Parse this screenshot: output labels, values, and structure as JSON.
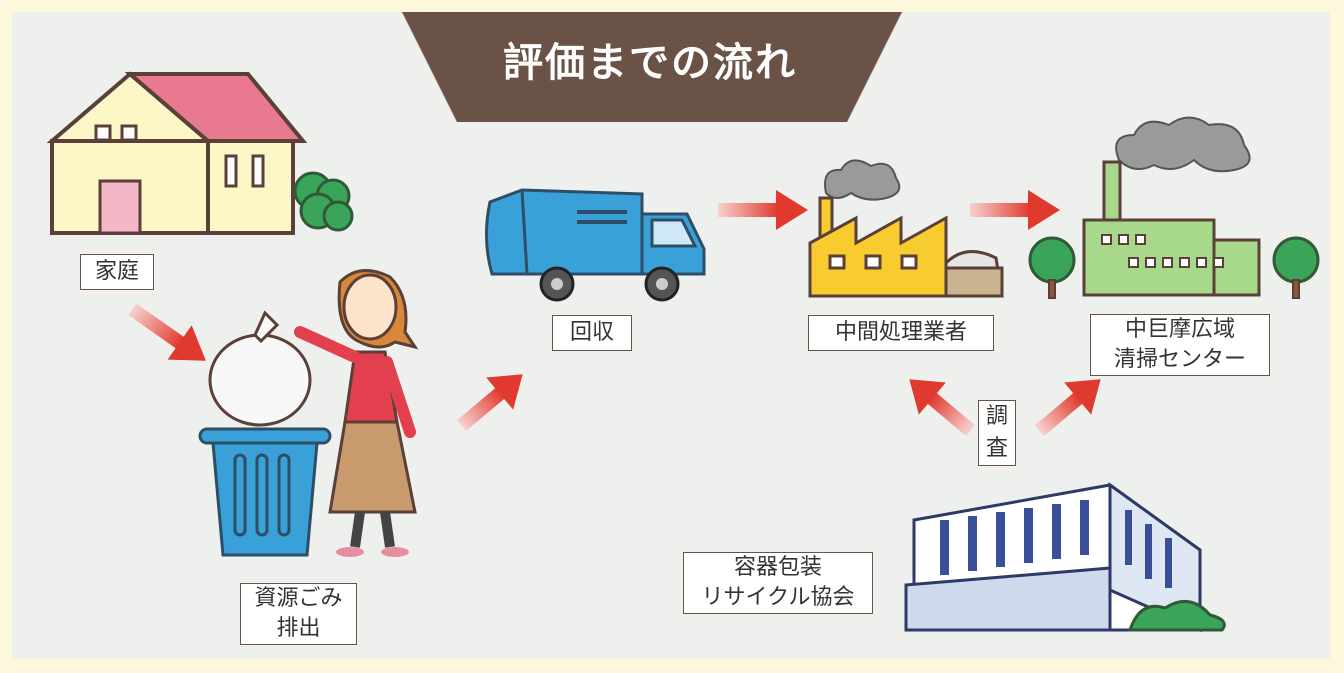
{
  "title": "評価までの流れ",
  "labels": {
    "home": "家庭",
    "discharge_line1": "資源ごみ",
    "discharge_line2": "排出",
    "collection": "回収",
    "processor": "中間処理業者",
    "center_line1": "中巨摩広域",
    "center_line2": "清掃センター",
    "survey_line1": "調",
    "survey_line2": "査",
    "association_line1": "容器包装",
    "association_line2": "リサイクル協会"
  },
  "colors": {
    "background": "#fdf8dc",
    "panel": "#eef0ee",
    "banner": "#6b5246",
    "arrow_start": "#f6c8c4",
    "arrow_end": "#e03a2f"
  }
}
